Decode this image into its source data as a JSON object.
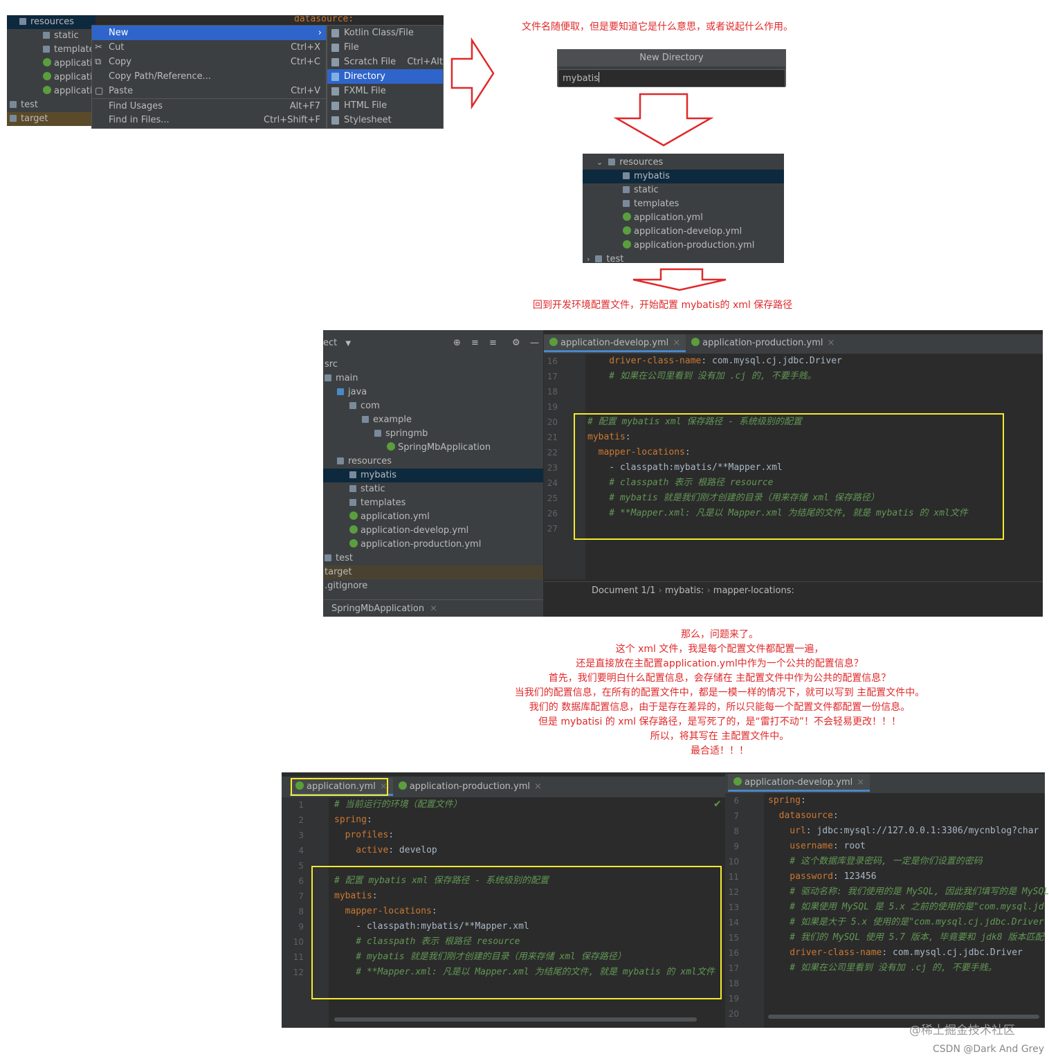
{
  "menu_screenshot": {
    "top_label": "datasource:",
    "tree": [
      {
        "label": "resources",
        "icon": "folder-icon"
      },
      {
        "label": "static"
      },
      {
        "label": "template"
      },
      {
        "label": "applicati"
      },
      {
        "label": "applicati"
      },
      {
        "label": "applicati"
      },
      {
        "label": "test"
      },
      {
        "label": "target"
      }
    ],
    "context_menu": [
      {
        "label": "New",
        "shortcut": ""
      },
      {
        "label": "Cut",
        "shortcut": "Ctrl+X"
      },
      {
        "label": "Copy",
        "shortcut": "Ctrl+C"
      },
      {
        "label": "Copy Path/Reference...",
        "shortcut": ""
      },
      {
        "label": "Paste",
        "shortcut": "Ctrl+V"
      },
      {
        "label": "Find Usages",
        "shortcut": "Alt+F7"
      },
      {
        "label": "Find in Files...",
        "shortcut": "Ctrl+Shift+F"
      }
    ],
    "submenu": [
      {
        "label": "Kotlin Class/File",
        "shortcut": ""
      },
      {
        "label": "File",
        "shortcut": ""
      },
      {
        "label": "Scratch File",
        "shortcut": "Ctrl+Alt"
      },
      {
        "label": "Directory",
        "shortcut": ""
      },
      {
        "label": "FXML File",
        "shortcut": ""
      },
      {
        "label": "HTML File",
        "shortcut": ""
      },
      {
        "label": "Stylesheet",
        "shortcut": ""
      }
    ]
  },
  "notes": {
    "n1": "文件名随便取，但是要知道它是什么意思，或者说起什么作用。",
    "n2": "回到开发环境配置文件，开始配置 mybatis的 xml 保存路径",
    "n3": [
      "那么，问题来了。",
      "这个 xml 文件，我是每个配置文件都配置一遍，",
      "还是直接放在主配置application.yml中作为一个公共的配置信息？",
      "首先，我们要明白什么配置信息，会存储在 主配置文件中作为公共的配置信息？",
      "当我们的配置信息，在所有的配置文件中，都是一模一样的情况下，就可以写到 主配置文件中。",
      "我们的 数据库配置信息，由于是存在差异的，所以只能每一个配置文件都配置一份信息。",
      "但是 mybatisi 的 xml 保存路径，是写死了的，是“雷打不动”！不会轻易更改！！！",
      "所以，将其写在 主配置文件中。",
      "最合适！！！"
    ]
  },
  "new_directory": {
    "title": "New Directory",
    "value": "mybatis"
  },
  "tree2": [
    {
      "label": "resources",
      "indent": 0
    },
    {
      "label": "mybatis",
      "indent": 1,
      "selected": true
    },
    {
      "label": "static",
      "indent": 1
    },
    {
      "label": "templates",
      "indent": 1
    },
    {
      "label": "application.yml",
      "indent": 1,
      "yml": true
    },
    {
      "label": "application-develop.yml",
      "indent": 1,
      "yml": true
    },
    {
      "label": "application-production.yml",
      "indent": 1,
      "yml": true
    },
    {
      "label": "test",
      "indent": 0
    }
  ],
  "ide1": {
    "project_label": "ect",
    "tree": [
      {
        "label": "src",
        "i": 0
      },
      {
        "label": "main",
        "i": 0
      },
      {
        "label": "java",
        "i": 1
      },
      {
        "label": "com",
        "i": 2
      },
      {
        "label": "example",
        "i": 3
      },
      {
        "label": "springmb",
        "i": 4
      },
      {
        "label": "SpringMbApplication",
        "i": 5
      },
      {
        "label": "resources",
        "i": 1
      },
      {
        "label": "mybatis",
        "i": 2
      },
      {
        "label": "static",
        "i": 2
      },
      {
        "label": "templates",
        "i": 2
      },
      {
        "label": "application.yml",
        "i": 2
      },
      {
        "label": "application-develop.yml",
        "i": 2
      },
      {
        "label": "application-production.yml",
        "i": 2
      },
      {
        "label": "test",
        "i": 0
      },
      {
        "label": "target",
        "i": 0
      },
      {
        "label": ".gitignore",
        "i": 0
      }
    ],
    "tabs": [
      "application-develop.yml",
      "application-production.yml"
    ],
    "run_tab": "SpringMbApplication",
    "line_numbers": [
      "16",
      "17",
      "18",
      "19",
      "20",
      "21",
      "22",
      "23",
      "24",
      "25",
      "26",
      "27"
    ],
    "lines": [
      [
        {
          "t": "    driver-class-name",
          "c": "kw"
        },
        {
          "t": ": com.mysql.cj.jdbc.Driver",
          "c": "str"
        }
      ],
      [
        {
          "t": "    # 如果在公司里看到 没有加 .cj 的, 不要手贱。",
          "c": "cm"
        }
      ],
      [],
      [],
      [
        {
          "t": "# 配置 mybatis xml 保存路径 - 系统级别的配置",
          "c": "cm"
        }
      ],
      [
        {
          "t": "mybatis",
          "c": "kw"
        },
        {
          "t": ":",
          "c": "str"
        }
      ],
      [
        {
          "t": "  mapper-locations",
          "c": "kw"
        },
        {
          "t": ":",
          "c": "str"
        }
      ],
      [
        {
          "t": "    - classpath:mybatis/**Mapper.xml",
          "c": "str"
        }
      ],
      [
        {
          "t": "    # classpath 表示 根路径 resource",
          "c": "cm"
        }
      ],
      [
        {
          "t": "    # mybatis 就是我们刚才创建的目录（用来存储 xml 保存路径）",
          "c": "cm"
        }
      ],
      [
        {
          "t": "    # **Mapper.xml: 凡是以 Mapper.xml 为结尾的文件, 就是 mybatis 的 xml文件",
          "c": "cm"
        }
      ],
      []
    ],
    "breadcrumb": [
      "Document 1/1",
      "mybatis:",
      "mapper-locations:"
    ]
  },
  "ide2": {
    "tabs": [
      "application.yml",
      "application-production.yml"
    ],
    "line_numbers": [
      "1",
      "2",
      "3",
      "4",
      "5",
      "6",
      "7",
      "8",
      "9",
      "10",
      "11",
      "12"
    ],
    "lines": [
      [
        {
          "t": "# 当前运行的环境（配置文件）",
          "c": "cm"
        }
      ],
      [
        {
          "t": "spring",
          "c": "kw"
        },
        {
          "t": ":",
          "c": "str"
        }
      ],
      [
        {
          "t": "  profiles",
          "c": "kw"
        },
        {
          "t": ":",
          "c": "str"
        }
      ],
      [
        {
          "t": "    active",
          "c": "kw"
        },
        {
          "t": ": develop",
          "c": "str"
        }
      ],
      [],
      [
        {
          "t": "# 配置 mybatis xml 保存路径 - 系统级别的配置",
          "c": "cm"
        }
      ],
      [
        {
          "t": "mybatis",
          "c": "kw"
        },
        {
          "t": ":",
          "c": "str"
        }
      ],
      [
        {
          "t": "  mapper-locations",
          "c": "kw"
        },
        {
          "t": ":",
          "c": "str"
        }
      ],
      [
        {
          "t": "    - classpath:mybatis/**Mapper.xml",
          "c": "str"
        }
      ],
      [
        {
          "t": "    # classpath 表示 根路径 resource",
          "c": "cm"
        }
      ],
      [
        {
          "t": "    # mybatis 就是我们刚才创建的目录（用来存储 xml 保存路径）",
          "c": "cm"
        }
      ],
      [
        {
          "t": "    # **Mapper.xml: 凡是以 Mapper.xml 为结尾的文件, 就是 mybatis 的 xml文件",
          "c": "cm"
        }
      ]
    ]
  },
  "ide3": {
    "tab": "application-develop.yml",
    "line_numbers": [
      "6",
      "7",
      "8",
      "9",
      "10",
      "11",
      "12",
      "13",
      "14",
      "15",
      "16",
      "17",
      "18",
      "19",
      "20"
    ],
    "lines": [
      [
        {
          "t": "spring",
          "c": "kw"
        },
        {
          "t": ":",
          "c": "str"
        }
      ],
      [
        {
          "t": "  datasource",
          "c": "kw"
        },
        {
          "t": ":",
          "c": "str"
        }
      ],
      [
        {
          "t": "    url",
          "c": "kw"
        },
        {
          "t": ": jdbc:mysql://127.0.0.1:3306/mycnblog?char",
          "c": "str"
        }
      ],
      [
        {
          "t": "    username",
          "c": "kw"
        },
        {
          "t": ": root",
          "c": "str"
        }
      ],
      [
        {
          "t": "    # 这个数据库登录密码, 一定是你们设置的密码",
          "c": "cm"
        }
      ],
      [
        {
          "t": "    password",
          "c": "kw"
        },
        {
          "t": ": 123456",
          "c": "str"
        }
      ],
      [
        {
          "t": "    # 驱动名称: 我们使用的是 MySQL, 因此我们填写的是 MySQL",
          "c": "cm"
        }
      ],
      [
        {
          "t": "    # 如果使用 MySQL 是 5.x 之前的使用的是\"com.mysql.jd",
          "c": "cm"
        }
      ],
      [
        {
          "t": "    # 如果是大于 5.x 使用的是\"com.mysql.cj.jdbc.Driver",
          "c": "cm"
        }
      ],
      [
        {
          "t": "    # 我们的 MySQL 使用 5.7 版本, 毕竟要和 jdk8 版本匹配",
          "c": "cm"
        }
      ],
      [
        {
          "t": "    driver-class-name",
          "c": "kw"
        },
        {
          "t": ": com.mysql.cj.jdbc.Driver",
          "c": "str"
        }
      ],
      [
        {
          "t": "    # 如果在公司里看到 没有加 .cj 的, 不要手贱。",
          "c": "cm"
        }
      ],
      [],
      [],
      []
    ]
  },
  "watermark": "@稀土掘金技术社区",
  "credit": "CSDN @Dark And Grey"
}
